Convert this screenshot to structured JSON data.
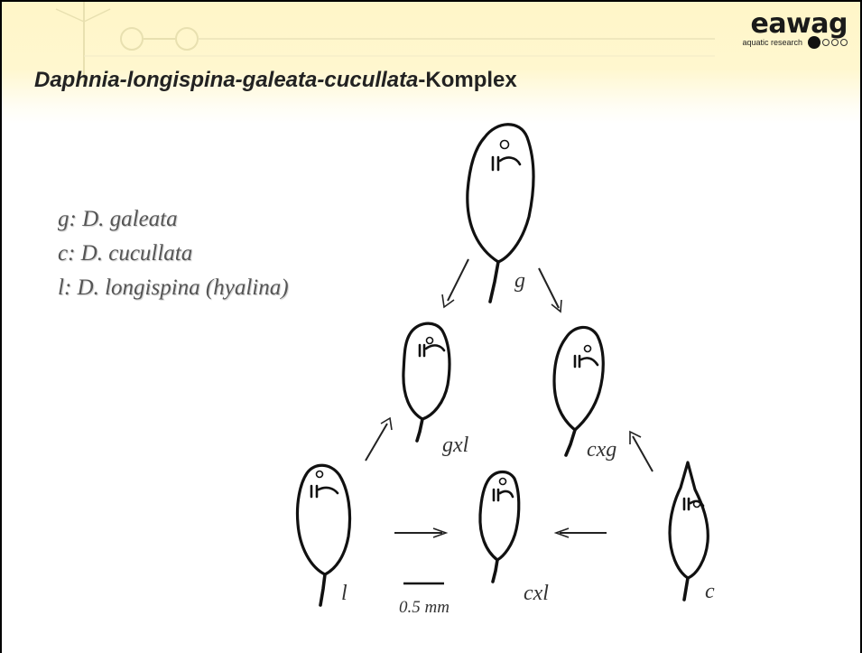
{
  "slide": {
    "title": {
      "italic_part": "Daphnia-longispina-galeata-cucullata",
      "rest": "-Komplex"
    },
    "logo": {
      "word": "eawag",
      "tagline": "aquatic research"
    },
    "colors": {
      "header_band": "#fff6c8",
      "header_decor": "#e8e0b0",
      "text": "#222222",
      "legend_text": "#555555"
    }
  },
  "legend": {
    "items": [
      "g: D. galeata",
      "c: D. cucullata",
      "l: D. longispina (hyalina)"
    ]
  },
  "diagram": {
    "nodes": {
      "g": "g",
      "gxl": "gxl",
      "cxg": "cxg",
      "l": "l",
      "cxl": "cxl",
      "c": "c"
    },
    "scale_bar": {
      "label": "0.5 mm"
    },
    "arrows": [
      {
        "from": "g",
        "to": "gxl"
      },
      {
        "from": "g",
        "to": "cxg"
      },
      {
        "from": "l",
        "to": "gxl"
      },
      {
        "from": "c",
        "to": "cxg"
      },
      {
        "from": "l",
        "to": "cxl"
      },
      {
        "from": "c",
        "to": "cxl"
      }
    ]
  }
}
